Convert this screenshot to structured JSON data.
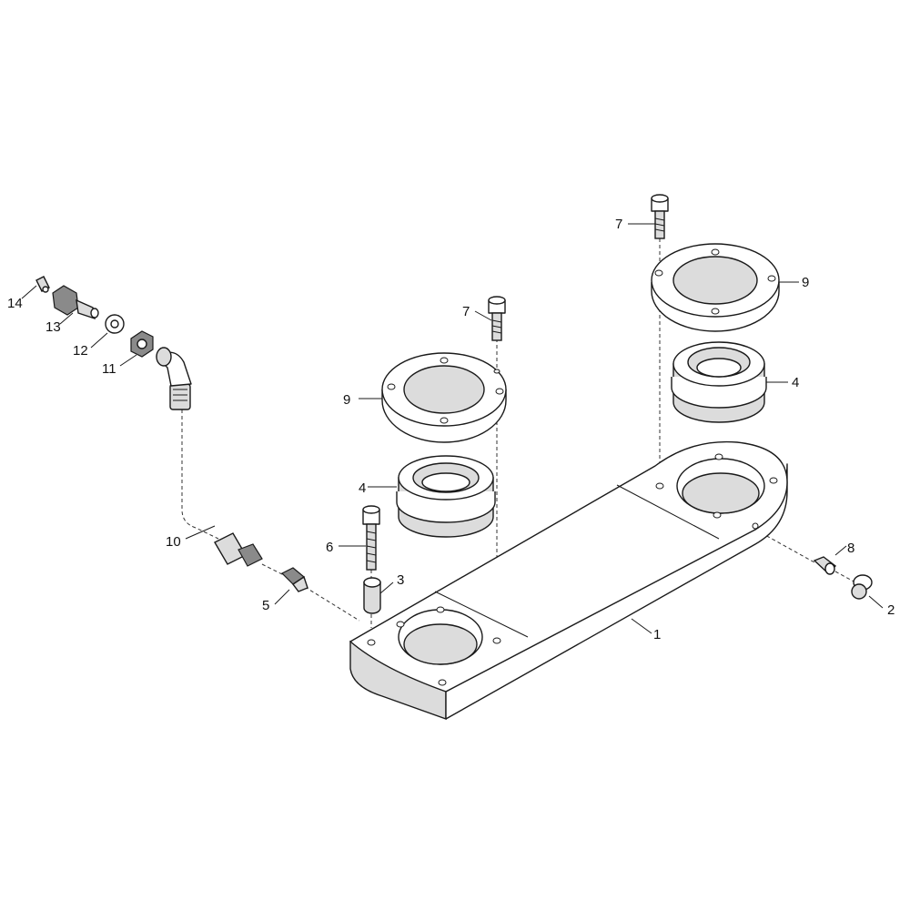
{
  "callouts": {
    "c1": "1",
    "c2": "2",
    "c3": "3",
    "c4a": "4",
    "c4b": "4",
    "c5": "5",
    "c6": "6",
    "c7a": "7",
    "c7b": "7",
    "c8": "8",
    "c9a": "9",
    "c9b": "9",
    "c10": "10",
    "c11": "11",
    "c12": "12",
    "c13": "13",
    "c14": "14"
  }
}
